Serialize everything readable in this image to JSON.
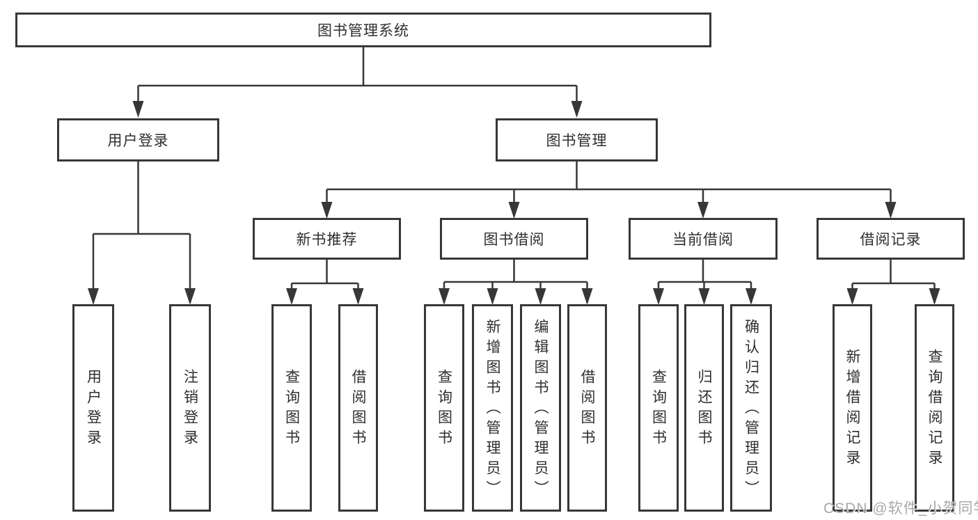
{
  "diagram": {
    "type": "hierarchy-tree",
    "root": {
      "label": "图书管理系统",
      "children": [
        {
          "label": "用户登录",
          "children": [
            {
              "label": "用户登录"
            },
            {
              "label": "注销登录"
            }
          ]
        },
        {
          "label": "图书管理",
          "children": [
            {
              "label": "新书推荐",
              "children": [
                {
                  "label": "查询图书"
                },
                {
                  "label": "借阅图书"
                }
              ]
            },
            {
              "label": "图书借阅",
              "children": [
                {
                  "label": "查询图书"
                },
                {
                  "label": "新增图书（管理员）"
                },
                {
                  "label": "编辑图书（管理员）"
                },
                {
                  "label": "借阅图书"
                }
              ]
            },
            {
              "label": "当前借阅",
              "children": [
                {
                  "label": "查询图书"
                },
                {
                  "label": "归还图书"
                },
                {
                  "label": "确认归还（管理员）"
                }
              ]
            },
            {
              "label": "借阅记录",
              "children": [
                {
                  "label": "新增借阅记录"
                },
                {
                  "label": "查询借阅记录"
                }
              ]
            }
          ]
        }
      ]
    }
  },
  "watermark": {
    "text": "CSDN @软件_小贺同学"
  },
  "colors": {
    "line": "#373737",
    "box_border": "#373737",
    "text": "#2e2e2e",
    "watermark": "#9e9e9e",
    "background": "#ffffff"
  }
}
